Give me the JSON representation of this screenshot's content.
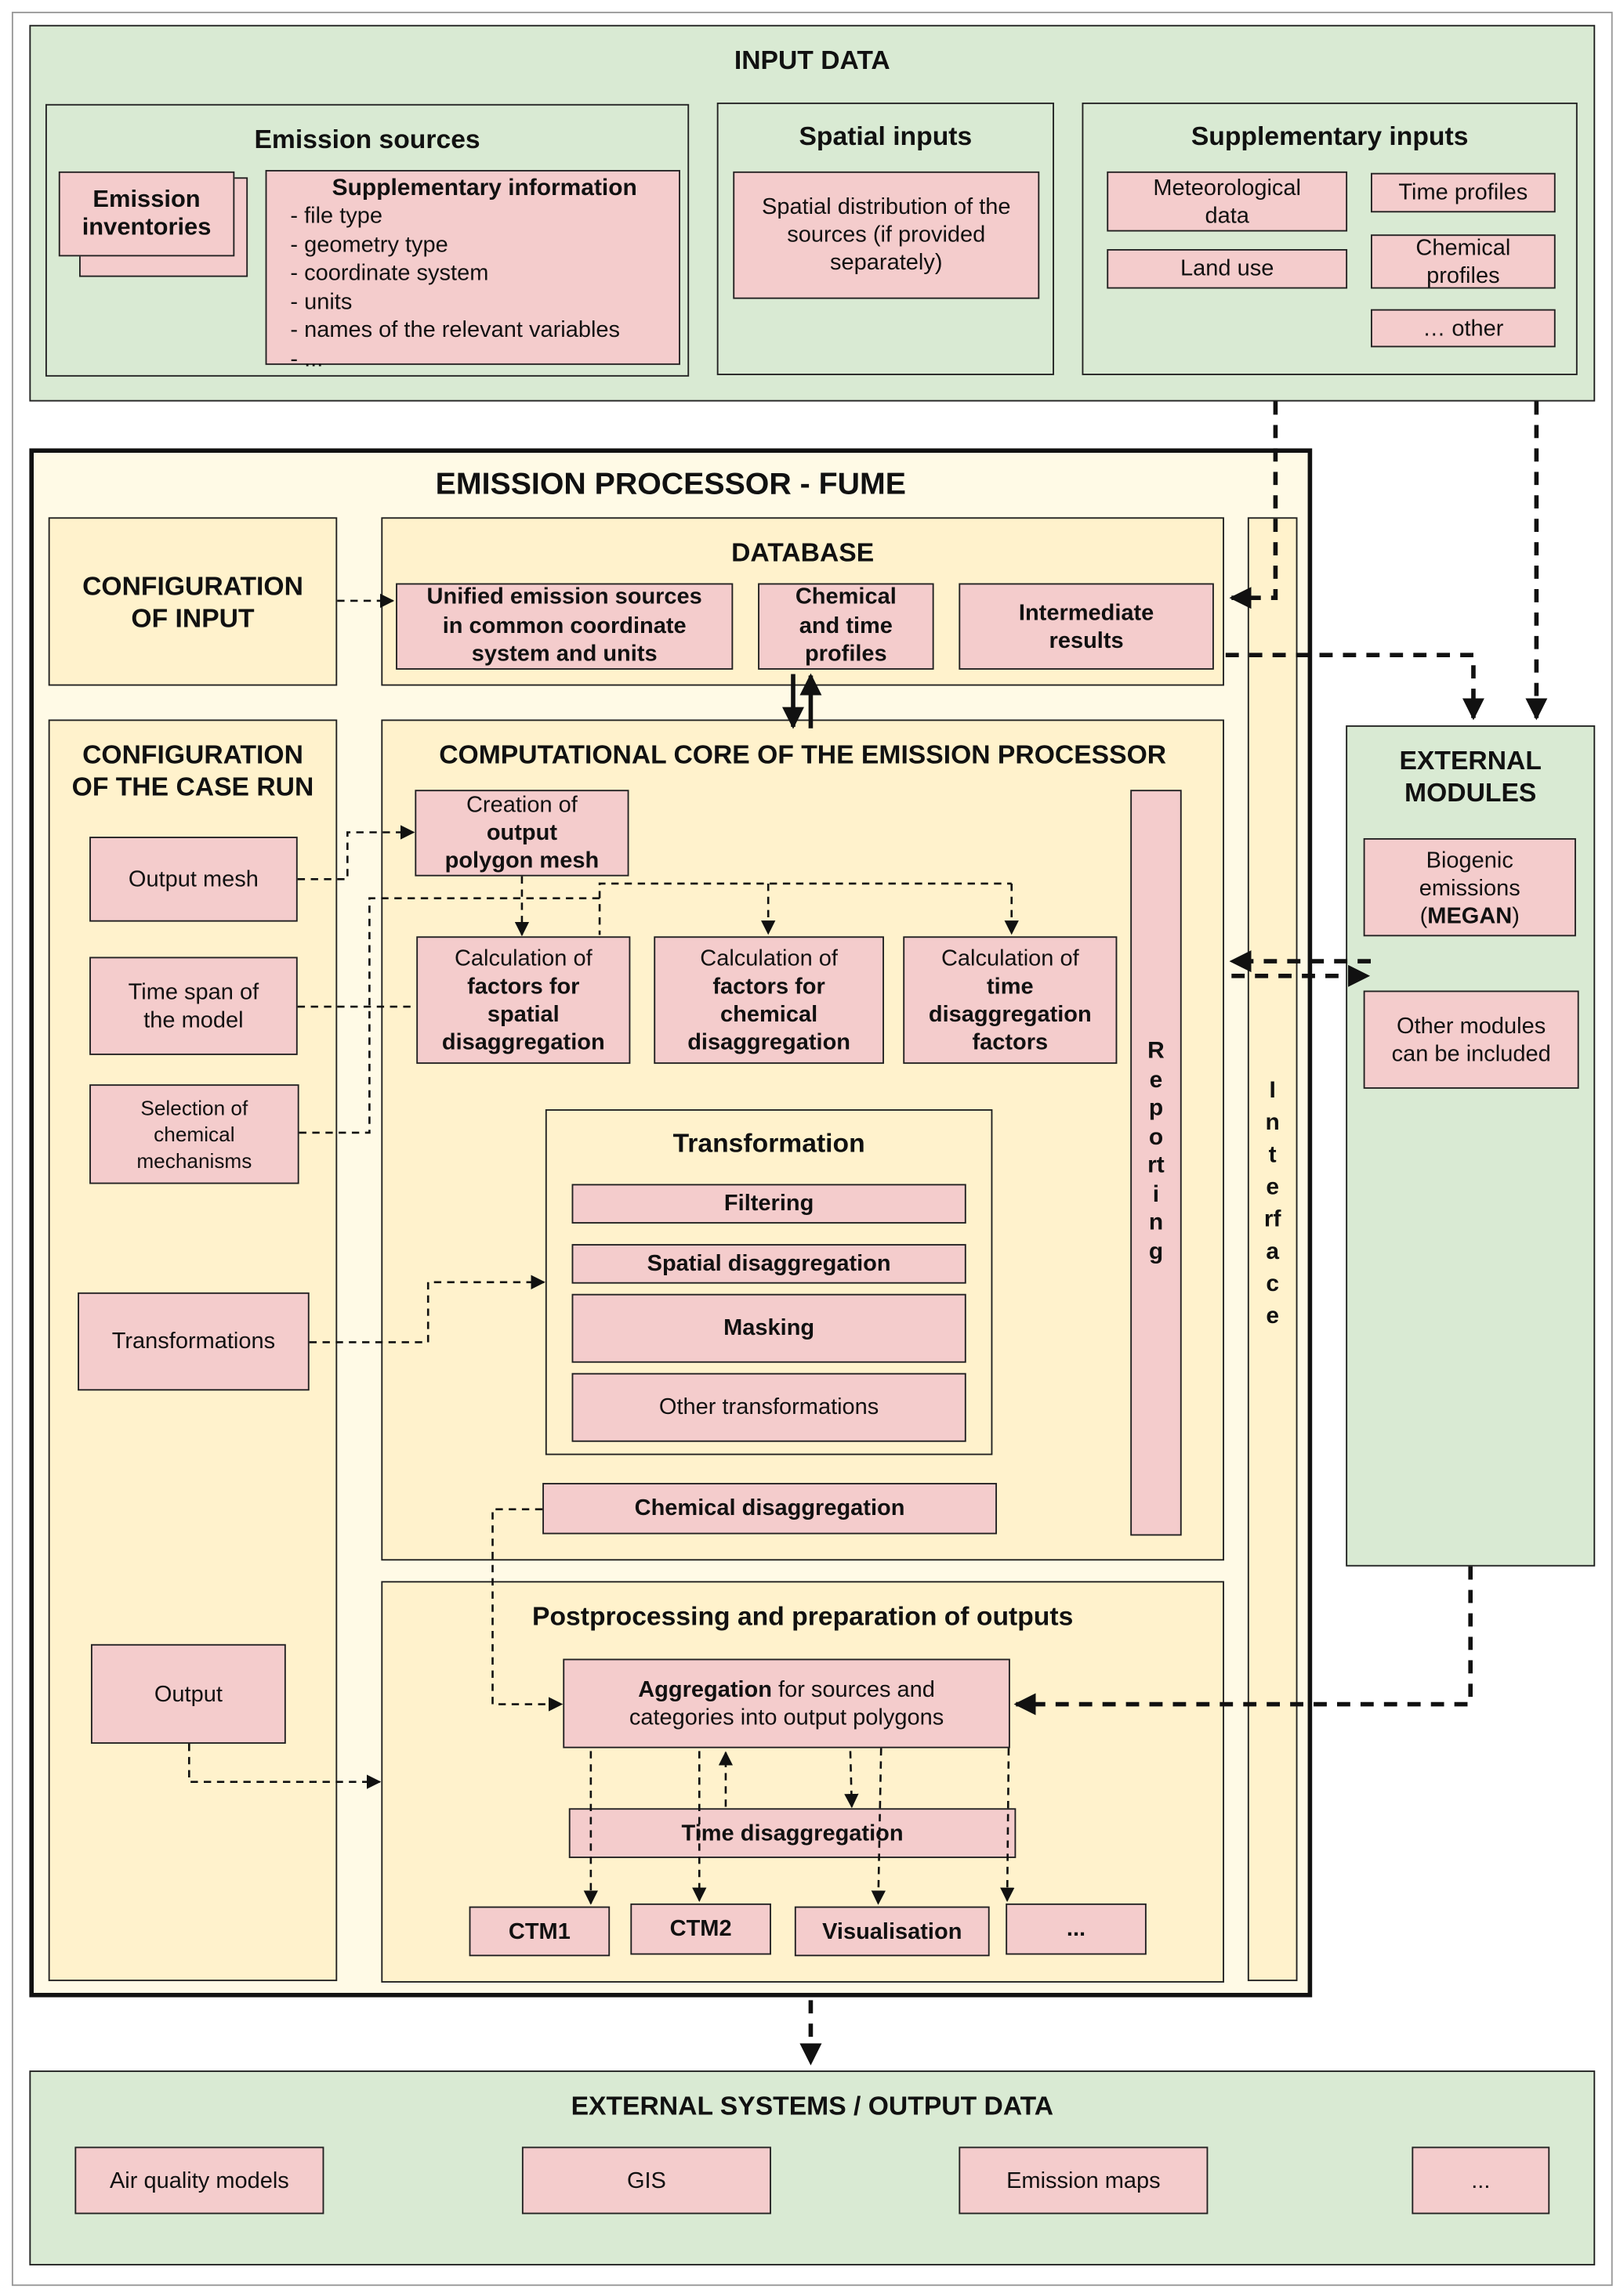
{
  "colors": {
    "input_green": "#d9ead3",
    "box_pink": "#f4cccc",
    "processor_yellow": "#fff2cc"
  },
  "input_data": {
    "title": "INPUT DATA",
    "emission_sources": {
      "title": "Emission sources",
      "inventories": "Emission\ninventories",
      "supp_title": "Supplementary information",
      "supp_items": "- file type\n- geometry type\n- coordinate system\n- units\n- names of the relevant variables\n- ..."
    },
    "spatial_inputs": {
      "title": "Spatial inputs",
      "item": "Spatial distribution of the\nsources (if provided\nseparately)"
    },
    "supplementary_inputs": {
      "title": "Supplementary inputs",
      "meteorological": "Meteorological\ndata",
      "land_use": "Land use",
      "time_profiles": "Time profiles",
      "chemical_profiles": "Chemical\nprofiles",
      "other": "… other"
    }
  },
  "processor": {
    "title": "EMISSION PROCESSOR - FUME",
    "config_input": "CONFIGURATION\nOF INPUT",
    "database": {
      "title": "DATABASE",
      "unified": "Unified emission sources\nin common coordinate\nsystem and units",
      "chem_time": "Chemical\nand time\nprofiles",
      "intermediate": "Intermediate\nresults"
    },
    "interface": "Interface",
    "config_case": {
      "title": "CONFIGURATION\nOF THE CASE RUN",
      "output_mesh": "Output mesh",
      "time_span": "Time span of\nthe model",
      "selection": "Selection of\nchemical\nmechanisms",
      "transformations": "Transformations",
      "output": "Output"
    },
    "core": {
      "title": "COMPUTATIONAL CORE OF THE EMISSION PROCESSOR",
      "creation_a": "Creation of",
      "creation_b": "output\npolygon mesh",
      "calc_prefix": "Calculation of",
      "calc_spatial": "factors for\nspatial\ndisaggregation",
      "calc_chemical": "factors for\nchemical\ndisaggregation",
      "calc_time": "time\ndisaggregation\nfactors",
      "reporting": "Reporting",
      "transformation": {
        "title": "Transformation",
        "filtering": "Filtering",
        "spatial": "Spatial disaggregation",
        "masking": "Masking",
        "other": "Other transformations"
      },
      "chemical_disaggregation": "Chemical disaggregation"
    },
    "post": {
      "title": "Postprocessing and preparation of outputs",
      "aggregation_bold": "Aggregation",
      "aggregation_rest": " for sources and\ncategories into output polygons",
      "time_disaggregation": "Time disaggregation",
      "outputs": [
        "CTM1",
        "CTM2",
        "Visualisation",
        "..."
      ]
    }
  },
  "external_modules": {
    "title": "EXTERNAL\nMODULES",
    "biogenic_a": "Biogenic\nemissions\n(",
    "biogenic_b": "MEGAN",
    "biogenic_c": ")",
    "other": "Other modules\ncan be included"
  },
  "external_systems": {
    "title": "EXTERNAL SYSTEMS / OUTPUT DATA",
    "items": [
      "Air quality models",
      "GIS",
      "Emission maps",
      "..."
    ]
  }
}
